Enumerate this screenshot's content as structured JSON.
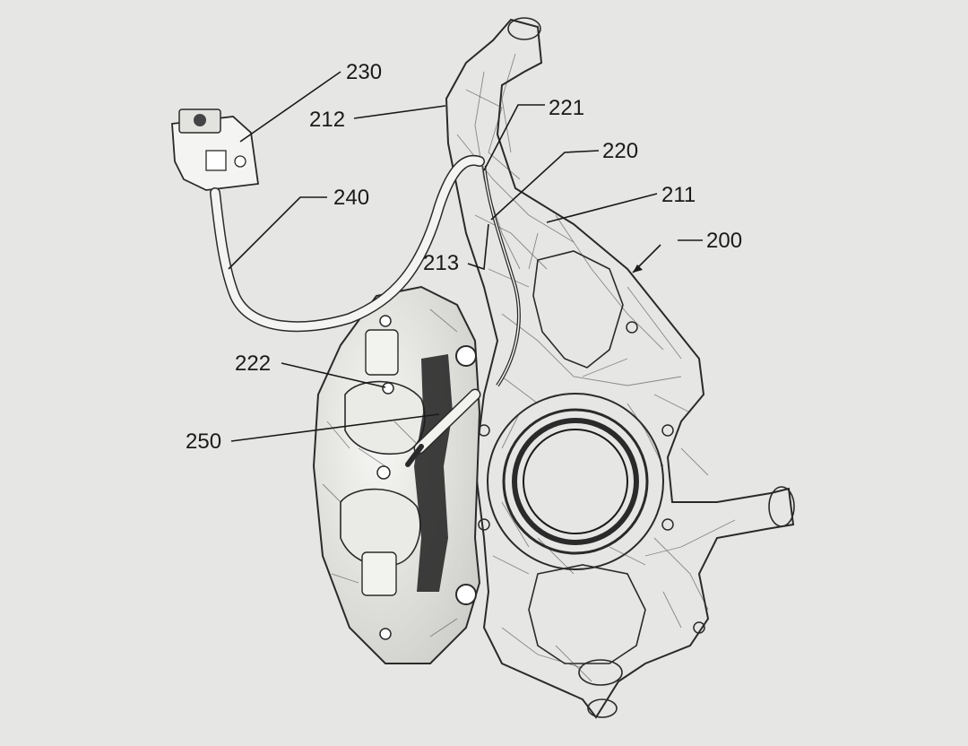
{
  "colors": {
    "background": "#e6e6e4",
    "ink": "#1a1a1a",
    "part_fill": "#f3f3f1",
    "part_shade": "#d9d9d6"
  },
  "labels": {
    "l230": "230",
    "l212": "212",
    "l221": "221",
    "l220": "220",
    "l211": "211",
    "l240": "240",
    "l200": "200",
    "l213": "213",
    "l222": "222",
    "l250": "250"
  }
}
